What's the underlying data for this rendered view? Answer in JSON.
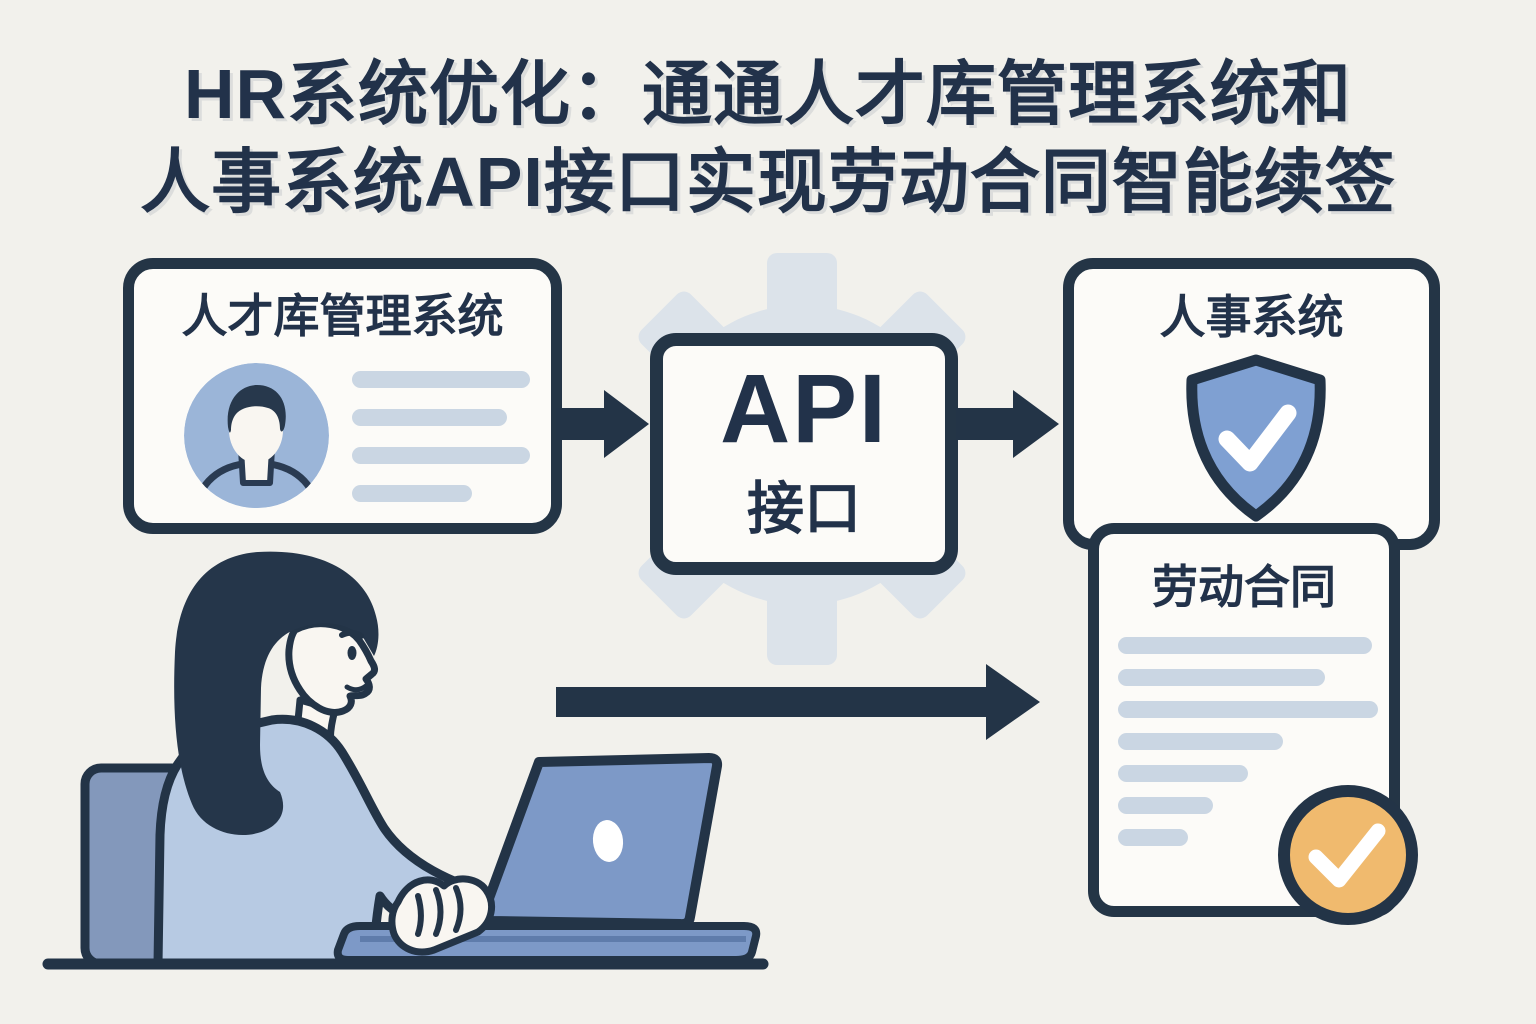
{
  "title": {
    "line1": "HR系统优化：通通人才库管理系统和",
    "line2": "人事系统API接口实现劳动合同智能续签"
  },
  "diagram": {
    "talent_box": {
      "label": "人才库管理系统",
      "avatar_icon": "person-avatar",
      "placeholder_lines": [
        178,
        155,
        178,
        120
      ]
    },
    "api_box": {
      "label_primary": "API",
      "label_secondary": "接口"
    },
    "hr_box": {
      "label": "人事系统",
      "icon": "shield-check"
    },
    "contract_box": {
      "label": "劳动合同",
      "badge_icon": "check-badge",
      "placeholder_lines": [
        254,
        207,
        260,
        165,
        130,
        95,
        70
      ]
    },
    "background_icon": "gear",
    "arrows": [
      "talent-to-api",
      "api-to-hr",
      "operator-to-contract"
    ]
  },
  "scene": {
    "illustration_icon": "woman-typing-on-laptop"
  },
  "colors": {
    "background": "#f2f1ec",
    "ink": "#233447",
    "box_background": "#fcfbf8",
    "avatar_blue": "#9bb5d8",
    "shield_blue": "#7fa0d2",
    "placeholder_line": "#cad6e3",
    "badge_orange": "#f0ba6e",
    "gear_gray": "#dce3ea",
    "sweater_blue": "#b7cae3",
    "laptop_blue": "#7d99c7",
    "chair_blue": "#8398bb",
    "hair": "#25364a",
    "skin": "#f9f6f1"
  }
}
